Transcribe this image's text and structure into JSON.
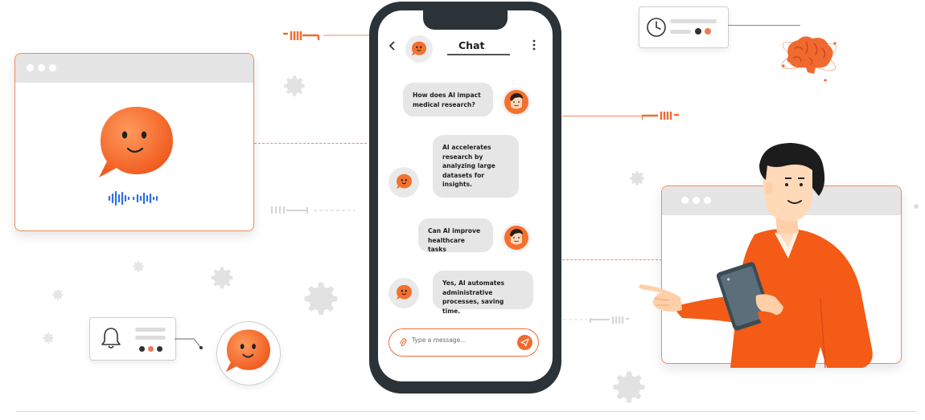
{
  "chat": {
    "title": "Chat",
    "back_icon": "chevron-left-icon",
    "menu_icon": "more-vertical-icon",
    "messages": [
      {
        "sender": "user",
        "text": "How does AI impact medical research?"
      },
      {
        "sender": "bot",
        "text": "AI accelerates research by analyzing large datasets for insights."
      },
      {
        "sender": "user",
        "text": "Can AI improve healthcare tasks"
      },
      {
        "sender": "bot",
        "text": "Yes, AI automates administrative processes, saving time."
      }
    ],
    "input": {
      "placeholder": "Type a message...",
      "attach_icon": "paperclip-icon",
      "send_icon": "send-icon"
    }
  },
  "colors": {
    "accent": "#f06a30",
    "dark": "#2b3338",
    "bubble": "#e6e6e6",
    "window_bar": "#e5e5e5",
    "voice_wave": "#2f6fe0"
  },
  "icons": [
    "bot-chat-icon",
    "voice-wave-icon",
    "gear-icon",
    "bell-icon",
    "clock-icon",
    "brain-icon",
    "tablet-icon"
  ]
}
